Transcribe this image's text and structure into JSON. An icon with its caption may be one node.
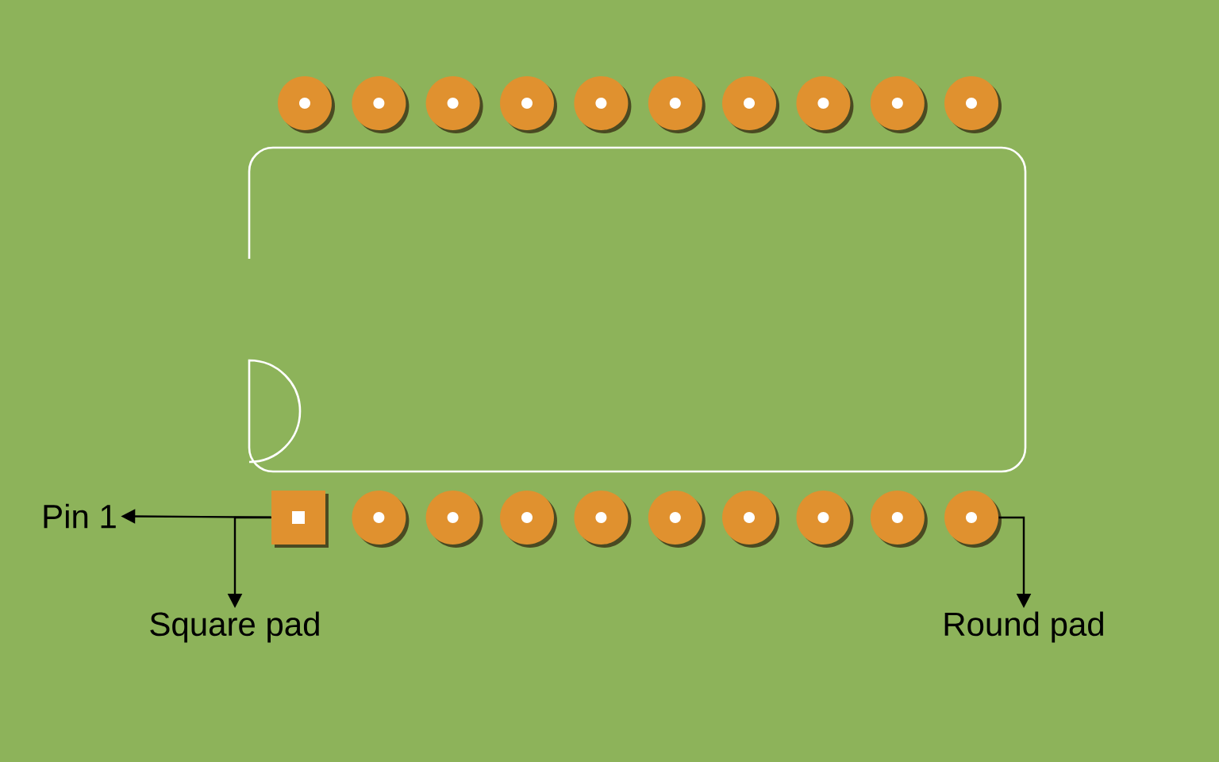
{
  "diagram": {
    "nodes": [
      {
        "text": [],
        "shape": "box"
      },
      {
        "text": [],
        "shape": "circle"
      },
      {
        "text": [
          "Pin 1"
        ]
      },
      {
        "text": [
          "Square pad"
        ]
      },
      {
        "text": [
          "Round pad"
        ]
      }
    ],
    "edges": [
      {
        "from": 0,
        "to": 2,
        "arrow": "to"
      },
      {
        "from": 0,
        "to": 3,
        "arrow": "to"
      },
      {
        "from": 1,
        "to": 4,
        "arrow": "to"
      }
    ]
  }
}
